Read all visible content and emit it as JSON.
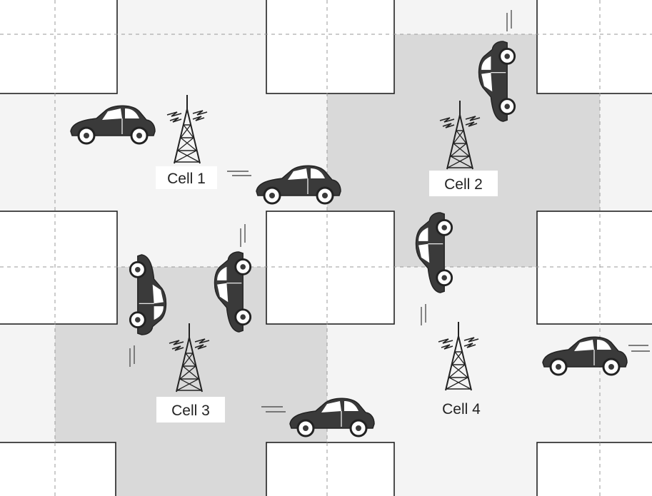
{
  "colors": {
    "background": "#f4f4f4",
    "shaded_cell": "#d9d9d9",
    "block_fill": "#ffffff",
    "block_stroke": "#222222",
    "vehicle": "#3a3a3a",
    "grid": "#9a9a9a"
  },
  "cells": [
    {
      "id": "cell-1",
      "label": "Cell 1",
      "shaded": false
    },
    {
      "id": "cell-2",
      "label": "Cell 2",
      "shaded": true
    },
    {
      "id": "cell-3",
      "label": "Cell 3",
      "shaded": true
    },
    {
      "id": "cell-4",
      "label": "Cell 4",
      "shaded": false
    }
  ],
  "icons": {
    "tower": "cell-tower-icon",
    "vehicle": "car-icon"
  }
}
